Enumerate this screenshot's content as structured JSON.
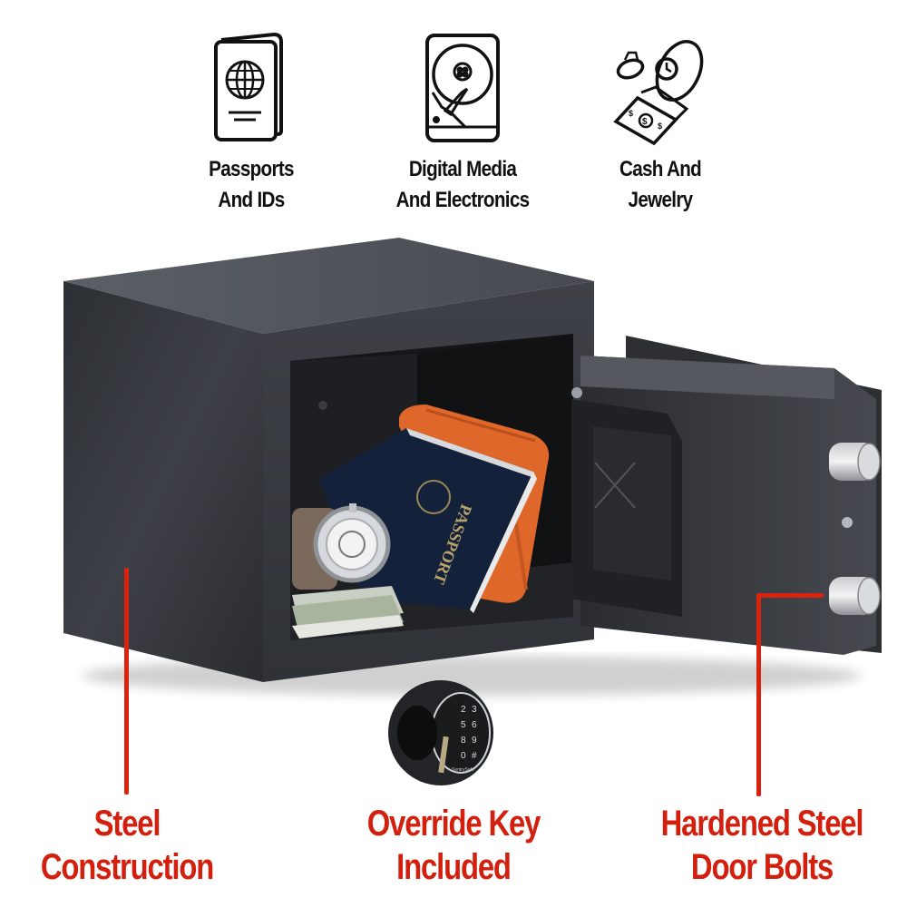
{
  "features": [
    {
      "icon": "passport-icon",
      "line1": "Passports",
      "line2": "And IDs"
    },
    {
      "icon": "hard-drive-icon",
      "line1": "Digital Media",
      "line2": "And Electronics"
    },
    {
      "icon": "cash-jewelry-icon",
      "line1": "Cash And",
      "line2": "Jewelry"
    }
  ],
  "product_image": {
    "subject": "open steel safe with passport, watch, cash and orange hard drive inside",
    "passport_cover_text": "PASSPORT"
  },
  "keypad_inset": {
    "keys": [
      "2",
      "3",
      "5",
      "6",
      "8",
      "9",
      "0",
      "#"
    ],
    "brand": "SentrySafe"
  },
  "callouts": [
    {
      "line1": "Steel",
      "line2": "Construction"
    },
    {
      "line1": "Override Key",
      "line2": "Included"
    },
    {
      "line1": "Hardened Steel",
      "line2": "Door Bolts"
    }
  ],
  "colors": {
    "accent_red": "#d31f0e",
    "text_dark": "#111111",
    "safe_body": "#3a3d42",
    "hard_drive_orange": "#e0672a"
  }
}
